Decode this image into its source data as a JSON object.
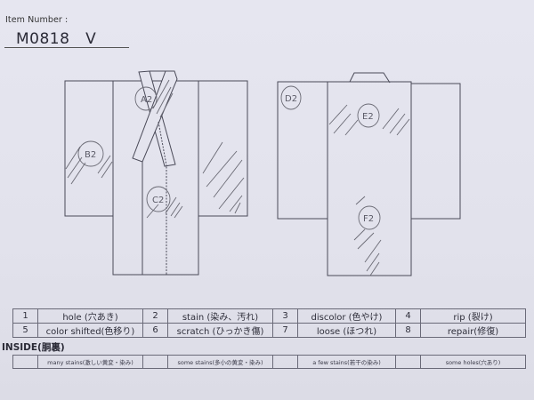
{
  "header": {
    "item_label": "Item Number :",
    "item_number": "M0818   V"
  },
  "diagram": {
    "front_marks": [
      {
        "id": "A2",
        "text": "A2",
        "location": "collar"
      },
      {
        "id": "B2",
        "text": "B2",
        "location": "left-sleeve"
      },
      {
        "id": "C2",
        "text": "C2",
        "location": "front-body"
      }
    ],
    "back_marks": [
      {
        "id": "D2",
        "text": "D2",
        "location": "left-sleeve-top"
      },
      {
        "id": "E2",
        "text": "E2",
        "location": "upper-back"
      },
      {
        "id": "F2",
        "text": "F2",
        "location": "lower-back"
      }
    ],
    "line_color": "#4a4a58",
    "pencil_color": "#6a6a74"
  },
  "legend": {
    "rows": [
      [
        {
          "num": "1",
          "label": "hole (穴あき)"
        },
        {
          "num": "2",
          "label": "stain (染み、汚れ)"
        },
        {
          "num": "3",
          "label": "discolor (色やけ)"
        },
        {
          "num": "4",
          "label": "rip (裂け)"
        }
      ],
      [
        {
          "num": "5",
          "label": "color shifted(色移り)"
        },
        {
          "num": "6",
          "label": "scratch (ひっかき傷)"
        },
        {
          "num": "7",
          "label": "loose (ほつれ)"
        },
        {
          "num": "8",
          "label": "repair(修復)"
        }
      ]
    ]
  },
  "inside": {
    "title": "INSIDE(胴裏)",
    "options": [
      {
        "box": "",
        "label": "many stains(激しい黄変・染み)"
      },
      {
        "box": "",
        "label": "some stains(多小の黄変・染み)"
      },
      {
        "box": "",
        "label": "a few stains(若干の染み)"
      },
      {
        "box": "",
        "label": "some holes(穴あり)"
      }
    ]
  }
}
